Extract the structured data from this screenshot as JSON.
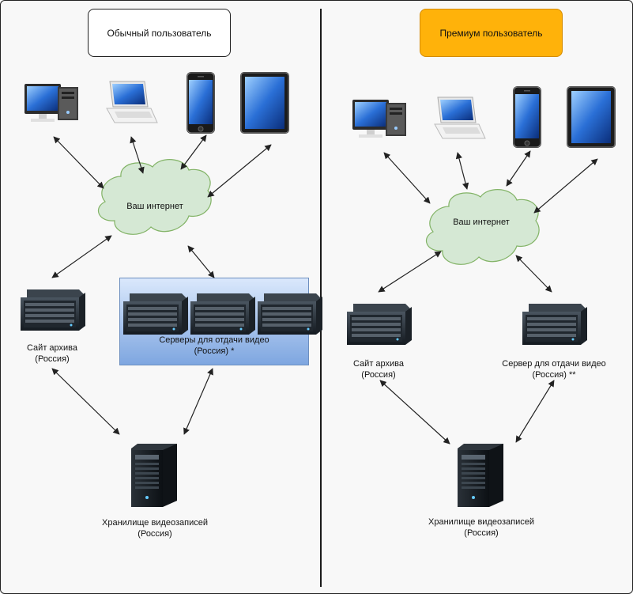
{
  "left": {
    "title": "Обычный пользователь",
    "internet": "Ваш интернет",
    "archive_line1": "Сайт архива",
    "archive_line2": "(Россия)",
    "servers_line1": "Серверы для отдачи видео",
    "servers_line2": "(Россия) *",
    "storage_line1": "Хранилище видеозаписей",
    "storage_line2": "(Россия)"
  },
  "right": {
    "title": "Премиум пользователь",
    "internet": "Ваш интернет",
    "archive_line1": "Сайт архива",
    "archive_line2": "(Россия)",
    "server_line1": "Сервер для отдачи видео",
    "server_line2": "(Россия) **",
    "storage_line1": "Хранилище видеозаписей",
    "storage_line2": "(Россия)"
  },
  "colors": {
    "premium_accent": "#ffb20a",
    "cloud_fill": "#d5e8d4",
    "cloud_stroke": "#82b366",
    "server_group_fill": "#dae8fc"
  },
  "icons": [
    "desktop-computer-icon",
    "laptop-icon",
    "smartphone-icon",
    "tablet-icon",
    "rack-server-icon",
    "tower-server-icon",
    "cloud-icon"
  ]
}
